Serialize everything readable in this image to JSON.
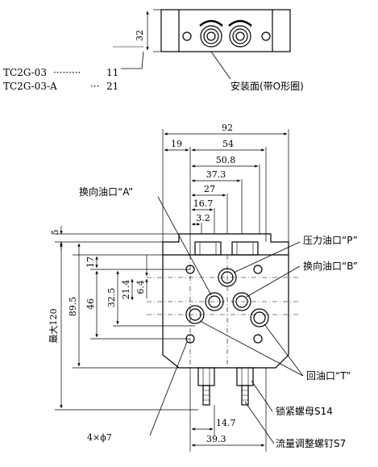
{
  "top_view": {
    "dim_height": "32",
    "model_lines": [
      {
        "model": "TC2G-03",
        "leader": "·········",
        "value": "11"
      },
      {
        "model": "TC2G-03-A",
        "leader": "···",
        "value": "21"
      }
    ],
    "mounting_face_label": "安装面(带O形圈)"
  },
  "front_view": {
    "horizontal_dims": [
      "92",
      "19",
      "54",
      "50.8",
      "37.3",
      "27",
      "16.7",
      "3.2"
    ],
    "vertical_dims_left": [
      "5",
      "17",
      "46",
      "89.5",
      "最大120"
    ],
    "vertical_dims_inner": [
      "32.5",
      "21.4",
      "6.4"
    ],
    "bottom_dims": [
      "14.7",
      "39.3"
    ],
    "callouts": {
      "port_a": "换向油口“A”",
      "port_p": "压力油口“P”",
      "port_b": "换向油口“B”",
      "port_t": "回油口“T”",
      "lock_nut": "锁紧螺母S14",
      "adjust_screw": "流量调整螺钉S7",
      "holes": "4×ϕ7"
    }
  }
}
